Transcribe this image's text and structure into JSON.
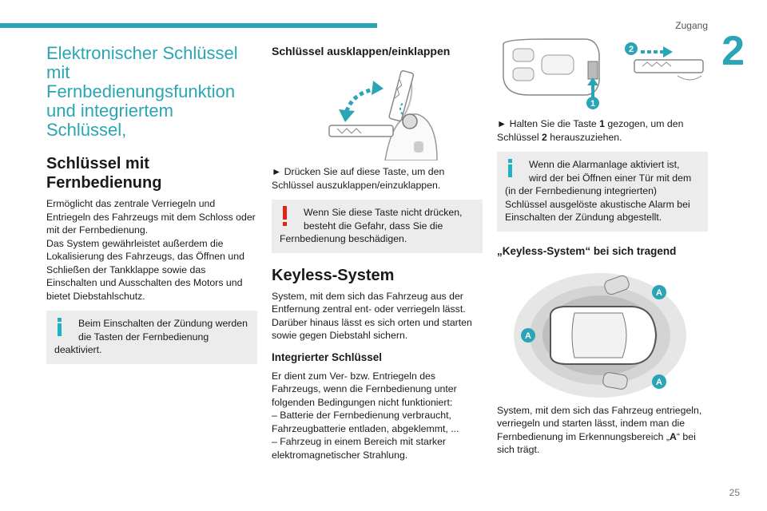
{
  "header": {
    "section": "Zugang",
    "chapter": "2",
    "page": "25"
  },
  "col1": {
    "title": "Elektronischer Schlüssel mit Fernbedienungsfunktion und integriertem Schlüssel,",
    "h_remote": "Schlüssel mit Fernbedienung",
    "p_remote": "Ermöglicht das zentrale Verriegeln und Entriegeln des Fahrzeugs mit dem Schloss oder mit der Fernbedienung.\nDas System gewährleistet außerdem die Lokalisierung des Fahrzeugs, das Öffnen und Schließen der Tankklappe sowie das Einschalten und Ausschalten des Motors und bietet Diebstahlschutz.",
    "info1": "Beim Einschalten der Zündung werden die Tasten der Fernbedienung deaktiviert."
  },
  "col2": {
    "h_fold": "Schlüssel ausklappen/einklappen",
    "p_fold": "► Drücken Sie auf diese Taste, um den Schlüssel auszuklappen/einzuklappen.",
    "warn1": "Wenn Sie diese Taste nicht drücken, besteht die Gefahr, dass Sie die Fernbedienung beschädigen.",
    "h_keyless": "Keyless-System",
    "p_keyless": "System, mit dem sich das Fahrzeug aus der Entfernung zentral ent- oder verriegeln lässt. Darüber hinaus lässt es sich orten und starten sowie gegen Diebstahl sichern.",
    "h_integrated": "Integrierter Schlüssel",
    "p_integrated": "Er dient zum Ver- bzw. Entriegeln des Fahrzeugs, wenn die Fernbedienung unter folgenden Bedingungen nicht funktioniert:\n– Batterie der Fernbedienung verbraucht, Fahrzeugbatterie entladen, abgeklemmt, ...\n– Fahrzeug in einem Bereich mit starker elektromagnetischer Strahlung."
  },
  "col3": {
    "label1": "1",
    "label2": "2",
    "p_hold_prefix": "► Halten Sie die Taste ",
    "p_hold_n1": "1",
    "p_hold_mid": " gezogen, um den Schlüssel ",
    "p_hold_n2": "2",
    "p_hold_suffix": " herauszuziehen.",
    "info2": "Wenn die Alarmanlage aktiviert ist, wird der bei Öffnen einer Tür mit dem (in der Fernbedienung integrierten) Schlüssel ausgelöste akustische Alarm bei Einschalten der Zündung abgestellt.",
    "h_carry": "„Keyless-System“ bei sich tragend",
    "zoneA": "A",
    "p_carry_prefix": "System, mit dem sich das Fahrzeug entriegeln, verriegeln und starten lässt, indem man die Fernbedienung im Erkennungsbereich „",
    "p_carry_A": "A",
    "p_carry_suffix": "“ bei sich trägt."
  },
  "colors": {
    "accent": "#2aa5b5",
    "warning": "#e2231a",
    "info": "#1db2c8"
  }
}
